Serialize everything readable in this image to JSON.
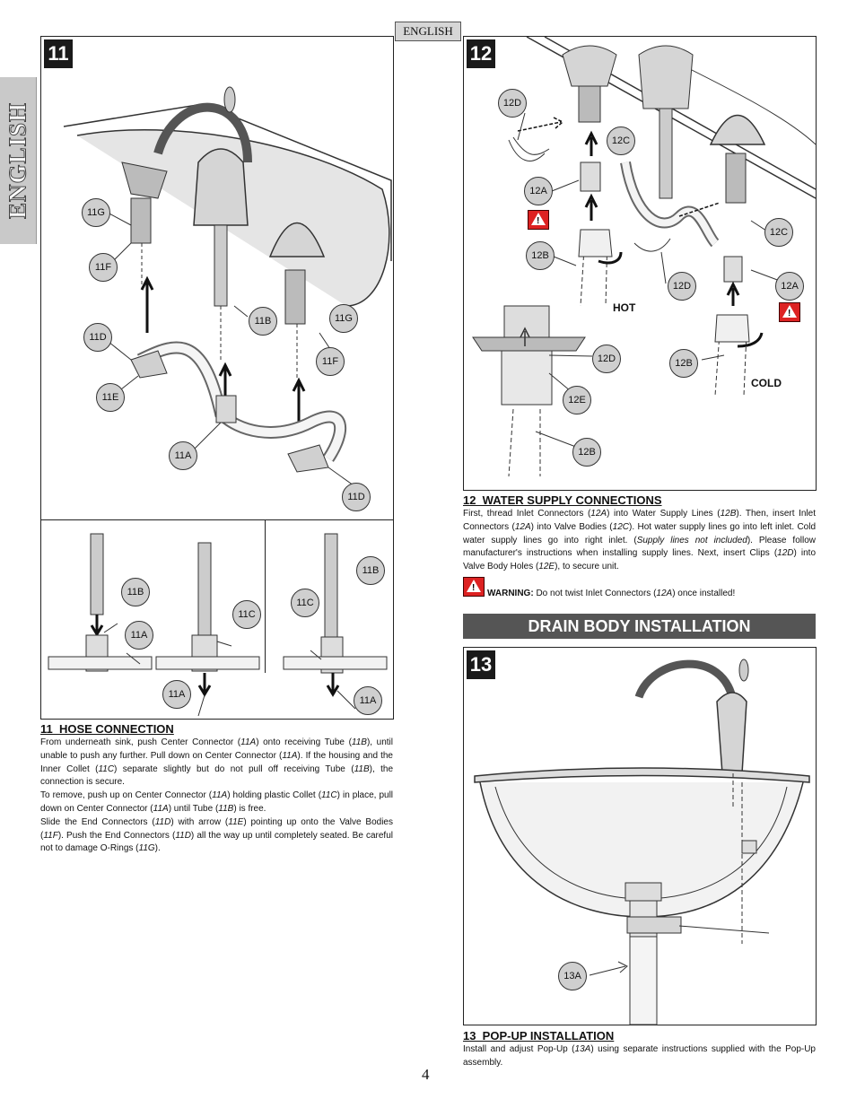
{
  "side_tab": "ENGLISH",
  "lang_box": "ENGLISH",
  "step11": {
    "number": "11",
    "callouts": [
      "11G",
      "11F",
      "11D",
      "11E",
      "11A",
      "11B",
      "11G",
      "11F",
      "11D"
    ],
    "detail_callouts": [
      "11B",
      "11A",
      "11C",
      "11A",
      "11B",
      "11C",
      "11A"
    ],
    "heading": "11  HOSE CONNECTION",
    "p1": [
      "From underneath sink, push Center Connector (",
      "11A",
      ") onto receiving Tube (",
      "11B",
      "), until unable to push any further.  Pull down on Center Connector (",
      "11A",
      ").  If the housing and the Inner Collet (",
      "11C",
      ") separate slightly but do not pull off receiving Tube (",
      "11B",
      "), the connection is secure."
    ],
    "p2": [
      "To remove, push up on Center Connector (",
      "11A",
      ") holding plastic Collet (",
      "11C",
      ") in place, pull down on Center Connector (",
      "11A",
      ") until Tube (",
      "11B",
      ") is free."
    ],
    "p3": [
      "Slide the End Connectors (",
      "11D",
      ") with arrow (",
      "11E",
      ") pointing up onto the Valve Bodies (",
      "11F",
      "). Push the End Connectors (",
      "11D",
      ") all the way up until completely seated.  Be careful not to damage O-Rings (",
      "11G",
      ")."
    ]
  },
  "step12": {
    "number": "12",
    "callouts": [
      "12D",
      "12C",
      "12A",
      "12B",
      "12D",
      "12C",
      "12A",
      "12B",
      "12D",
      "12E",
      "12B"
    ],
    "hot": "HOT",
    "cold": "COLD",
    "heading": "12  WATER SUPPLY CONNECTIONS",
    "p1": [
      "First, thread Inlet Connectors (",
      "12A",
      ") into Water Supply Lines (",
      "12B",
      ").  Then, insert Inlet Connectors (",
      "12A",
      ") into Valve Bodies (",
      "12C",
      ").  Hot water supply lines go into left inlet. Cold water supply lines go into right inlet.  (",
      "Supply lines not included",
      "). Please follow manufacturer's instructions when installing supply lines.  Next, insert Clips (",
      "12D",
      ") into Valve Body Holes (",
      "12E",
      "), to secure unit."
    ],
    "warning_label": "WARNING:",
    "warning_text": [
      "Do not twist Inlet Connectors (",
      "12A",
      ") once installed!"
    ]
  },
  "section_bar": "DRAIN BODY INSTALLATION",
  "step13": {
    "number": "13",
    "callout": "13A",
    "heading": "13  POP-UP INSTALLATION",
    "p1": [
      "Install and adjust Pop-Up (",
      "13A",
      ") using separate instructions supplied with the Pop-Up assembly."
    ]
  },
  "page_number": "4"
}
